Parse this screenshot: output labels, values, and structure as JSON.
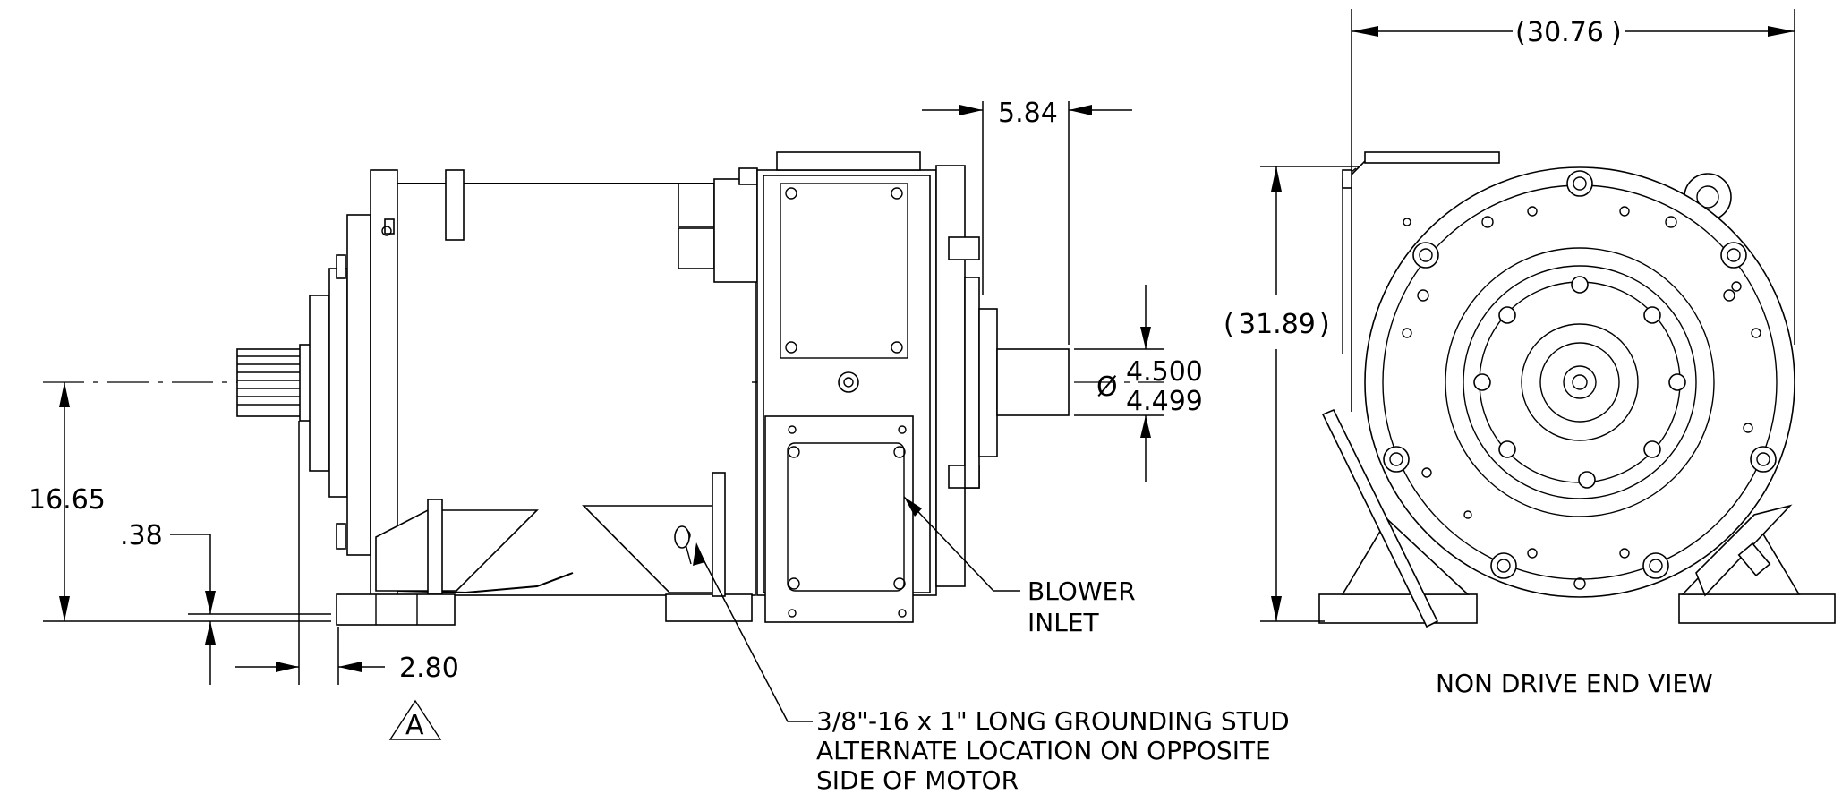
{
  "dimensions": {
    "overall_width": "30.76",
    "overall_height": "31.89",
    "shaft_extension": "5.84",
    "shaft_dia_max": "4.500",
    "shaft_dia_min": "4.499",
    "shaft_height": "16.65",
    "foot_thickness": ".38",
    "foot_offset": "2.80",
    "diameter_symbol": "Ø"
  },
  "callouts": {
    "blower_line1": "BLOWER",
    "blower_line2": "INLET",
    "stud_line1": "3/8\"-16 x 1\" LONG GROUNDING STUD",
    "stud_line2": "ALTERNATE LOCATION ON OPPOSITE",
    "stud_line3": "SIDE OF MOTOR"
  },
  "view_labels": {
    "end_view": "NON DRIVE END VIEW",
    "datum": "A"
  },
  "paren_open": "(",
  "paren_close": ")"
}
